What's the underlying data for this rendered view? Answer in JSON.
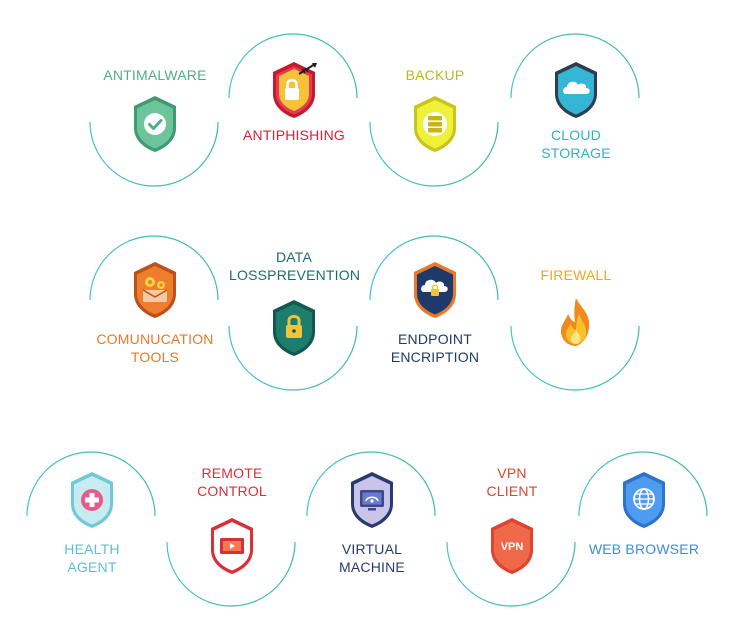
{
  "items": [
    {
      "id": "antimalware",
      "label": "ANTIMALWARE",
      "color": "#4fae86",
      "icon": "shield-check-icon"
    },
    {
      "id": "antiphishing",
      "label": "ANTIPHISHING",
      "color": "#d8213b",
      "icon": "shield-lock-target-icon"
    },
    {
      "id": "backup",
      "label": "BACKUP",
      "color": "#b5bd1d",
      "icon": "shield-server-icon"
    },
    {
      "id": "cloud-storage",
      "label": "CLOUD\nSTORAGE",
      "color": "#2bb4c4",
      "icon": "shield-cloud-icon"
    },
    {
      "id": "communication-tools",
      "label": "COMUNUCATION\nTOOLS",
      "color": "#e9782a",
      "icon": "shield-gears-icon"
    },
    {
      "id": "data-loss-prevention",
      "label": "DATA\nLOSSPREVENTION",
      "color": "#1b6f63",
      "icon": "shield-padlock-icon"
    },
    {
      "id": "endpoint-encription",
      "label": "ENDPOINT\nENCRIPTION",
      "color": "#1f3a6a",
      "icon": "shield-cloud-lock-icon"
    },
    {
      "id": "firewall",
      "label": "FIREWALL",
      "color": "#f2a51f",
      "icon": "flame-icon"
    },
    {
      "id": "health-agent",
      "label": "HEALTH\nAGENT",
      "color": "#5cc0d2",
      "icon": "shield-health-icon"
    },
    {
      "id": "remote-control",
      "label": "REMOTE\nCONTROL",
      "color": "#d8303a",
      "icon": "shield-screen-icon"
    },
    {
      "id": "virtual-machine",
      "label": "VIRTUAL\nMACHINE",
      "color": "#2a3a6e",
      "icon": "shield-monitor-icon"
    },
    {
      "id": "vpn-client",
      "label": "VPN\nCLIENT",
      "color": "#e0432e",
      "icon": "shield-vpn-icon"
    },
    {
      "id": "web-browser",
      "label": "WEB BROWSER",
      "color": "#3e8be2",
      "icon": "shield-globe-icon"
    }
  ],
  "vpn_text": "VPN"
}
